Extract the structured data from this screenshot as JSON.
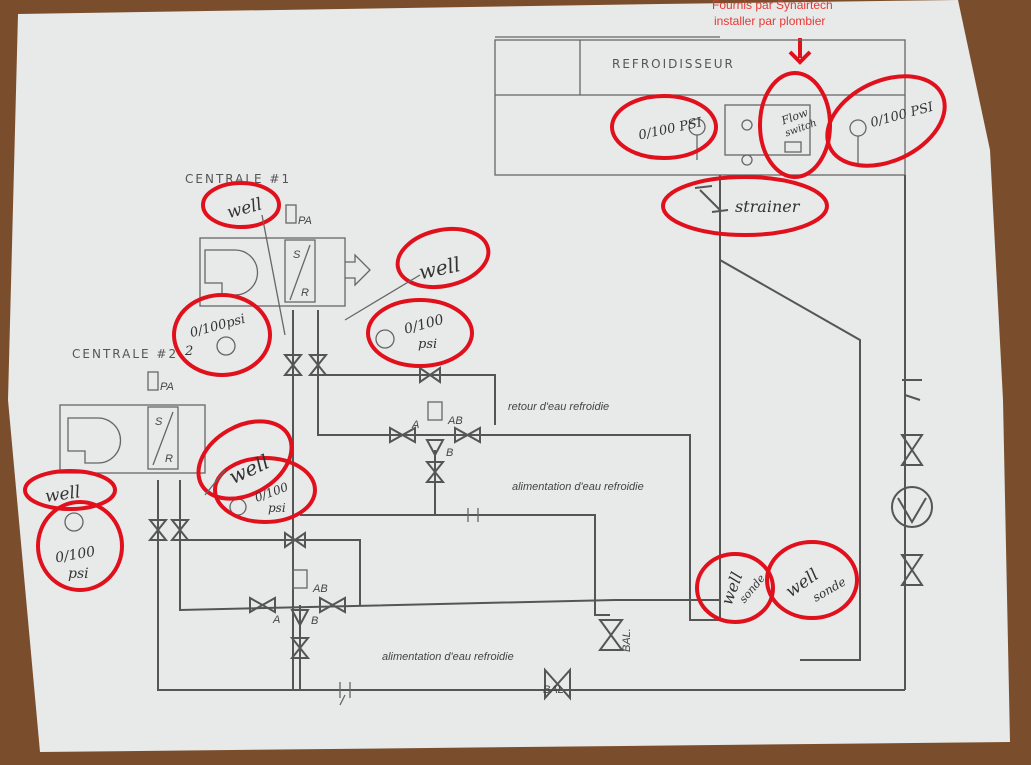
{
  "annotation": {
    "line1": "Fournis par Synairtech",
    "line2": "installer par plombier"
  },
  "chiller": {
    "title": "REFROIDISSEUR",
    "gauge_left": "0/100 PSI",
    "flow_switch_1": "Flow",
    "flow_switch_2": "switch",
    "gauge_right": "0/100 PSI",
    "strainer": "strainer"
  },
  "centrale1": {
    "title": "CENTRALE #1",
    "pa": "PA",
    "s": "S",
    "r": "R",
    "well_top": "well",
    "gauge_left": "0/100psi",
    "gauge_left_num": "2",
    "well_right": "well",
    "gauge_right_1": "0/100",
    "gauge_right_2": "psi"
  },
  "centrale2": {
    "title": "CENTRALE #2",
    "pa": "PA",
    "s": "S",
    "r": "R",
    "well_left": "well",
    "gauge_left_1": "0/100",
    "gauge_left_2": "psi",
    "well_right": "well",
    "gauge_right_1": "0/100",
    "gauge_right_2": "psi"
  },
  "valve1": {
    "a": "A",
    "ab": "AB",
    "b": "B"
  },
  "valve2": {
    "a": "A",
    "ab": "AB",
    "b": "B"
  },
  "labels": {
    "retour": "retour d'eau refroidie",
    "alim1": "alimentation d'eau refroidie",
    "alim2": "alimentation d'eau refroidie",
    "bal1": "BAL.",
    "bal2": "BAL."
  },
  "sondes": [
    {
      "l1": "well",
      "l2": "sonde"
    },
    {
      "l1": "well",
      "l2": "sonde"
    }
  ],
  "colors": {
    "markup": "#e0101c",
    "paper": "#e9eaea",
    "wood": "#7a4e2c"
  }
}
